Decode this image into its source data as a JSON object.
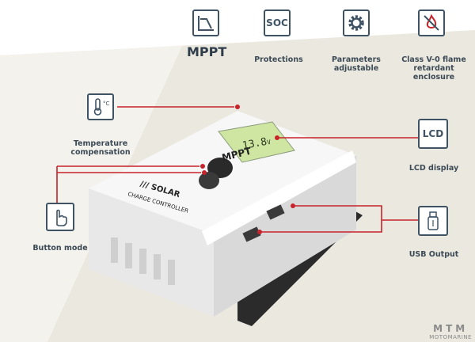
{
  "features_top": [
    {
      "icon": "mppt-curve-icon",
      "label": "MPPT"
    },
    {
      "icon": "soc-text-icon",
      "icon_text": "SOC",
      "label": "Protections"
    },
    {
      "icon": "gear-icon",
      "label": "Parameters\nadjustable"
    },
    {
      "icon": "no-flame-icon",
      "label": "Class V-0 flame\nretardant enclosure"
    }
  ],
  "features_left": [
    {
      "icon": "thermometer-icon",
      "icon_text": "°C",
      "label": "Temperature\ncompensation"
    },
    {
      "icon": "hand-press-icon",
      "label": "Button mode"
    }
  ],
  "features_right": [
    {
      "icon": "lcd-text-icon",
      "icon_text": "LCD",
      "label": "LCD display"
    },
    {
      "icon": "usb-stick-icon",
      "label": "USB Output"
    }
  ],
  "device": {
    "brand": "MPPT",
    "line1": "/// SOLAR",
    "line2": "CHARGE CONTROLLER",
    "lcd_value": "13.8",
    "lcd_unit": "V"
  },
  "watermark": {
    "big": "MTM",
    "small": "MOTOMARINE"
  },
  "colors": {
    "accent": "#c8222a",
    "icon_stroke": "#3f5364",
    "band": "#e9e6dd"
  }
}
